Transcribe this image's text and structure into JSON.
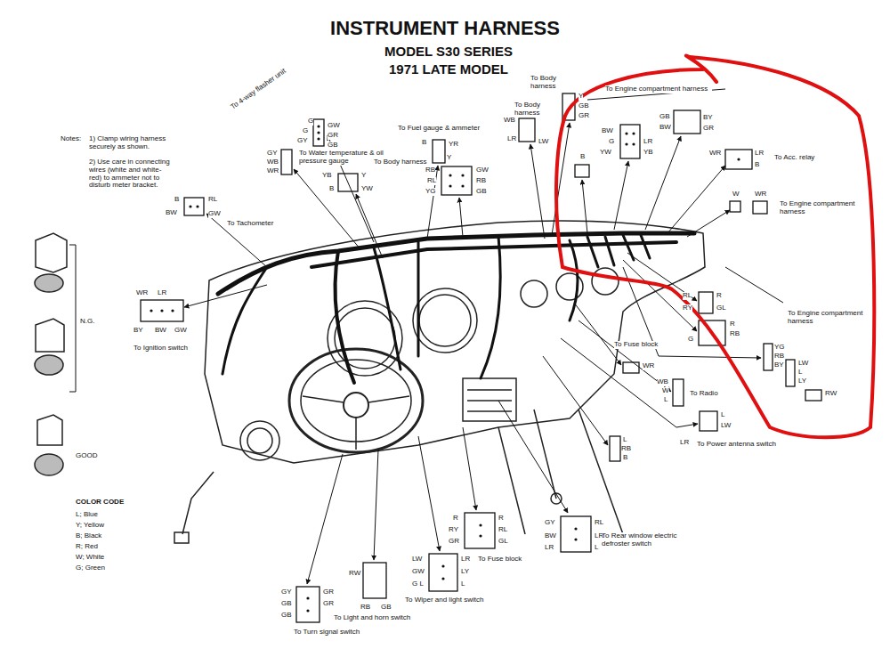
{
  "diagram": {
    "title": "INSTRUMENT HARNESS",
    "labels": [
      "MODEL S30 SERIES",
      "1971 LATE MODEL",
      "Notes:",
      "1) Clamp wiring harness securely as shown.",
      "2) Use care in connecting wires (white and white-red) to ammeter not to disturb meter bracket.",
      "To 4-way flasher unit",
      "G",
      "GW",
      "G",
      "GR",
      "GY",
      "GB",
      "GY",
      "WB",
      "WR",
      "B",
      "RL",
      "BW",
      "GW",
      "To Tachometer",
      "To Water temperature & oil pressure gauge",
      "YB",
      "Y",
      "B",
      "YW",
      "To Fuel gauge & ammeter",
      "B",
      "YR",
      "Y",
      "To Body harness",
      "RB",
      "GW",
      "RL",
      "RB",
      "YG",
      "GB",
      "To Body harness",
      "To Body harness",
      "Y",
      "GB",
      "GR",
      "WB",
      "LR",
      "LW",
      "To Engine compartment harness",
      "BW",
      "G",
      "LR",
      "YW",
      "YB",
      "GB",
      "BY",
      "BW",
      "GR",
      "B",
      "WR",
      "LR",
      "To Acc. relay",
      "B",
      "W",
      "WR",
      "To Engine compartment harness",
      "RL",
      "R",
      "RY",
      "GL",
      "R",
      "RB",
      "G",
      "To Engine compartment harness",
      "YG",
      "RB",
      "BY",
      "LW",
      "L",
      "LY",
      "RW",
      "To Fuse block",
      "WR",
      "WB",
      "W",
      "L",
      "To Radio",
      "L",
      "LW",
      "LR",
      "To Power antenna switch",
      "L",
      "RB",
      "B",
      "To Rear window electric defroster switch",
      "GY",
      "RL",
      "BW",
      "LR",
      "LR",
      "L",
      "R",
      "R",
      "RY",
      "RL",
      "GR",
      "GL",
      "To Fuse block",
      "LW",
      "LR",
      "GW",
      "LY",
      "G L",
      "L",
      "To Wiper and light switch",
      "RW",
      "RB",
      "GB",
      "To Light and horn switch",
      "GY",
      "GR",
      "GB",
      "GR",
      "GB",
      "To Turn signal switch",
      "WR",
      "LR",
      "N.G.",
      "BY",
      "BW",
      "GW",
      "To Ignition switch",
      "GOOD",
      "COLOR CODE",
      "L; Blue",
      "Y; Yellow",
      "B; Black",
      "R; Red",
      "W; White",
      "G; Green"
    ]
  }
}
